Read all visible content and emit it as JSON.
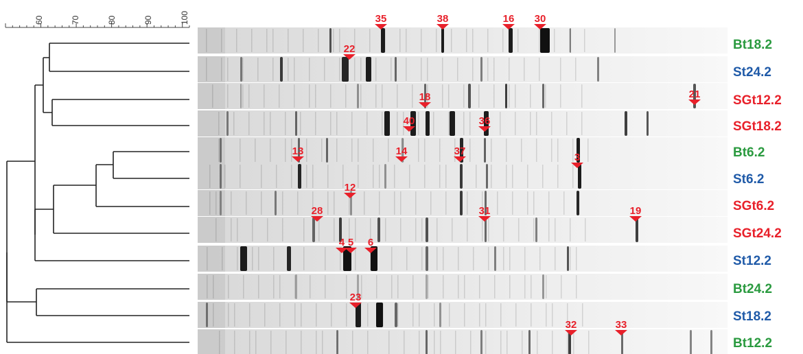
{
  "scale": {
    "ticks": [
      "60",
      "70",
      "80",
      "90",
      "100"
    ]
  },
  "colors": {
    "Bt": "#2a9a3f",
    "St": "#1f5aa8",
    "SGt": "#e8202a",
    "marker": "#e8202a"
  },
  "lanes": [
    {
      "label": "Bt18.2",
      "group": "Bt"
    },
    {
      "label": "St24.2",
      "group": "St"
    },
    {
      "label": "SGt12.2",
      "group": "SGt"
    },
    {
      "label": "SGt18.2",
      "group": "SGt"
    },
    {
      "label": "Bt6.2",
      "group": "Bt"
    },
    {
      "label": "St6.2",
      "group": "St"
    },
    {
      "label": "SGt6.2",
      "group": "SGt"
    },
    {
      "label": "SGt24.2",
      "group": "SGt"
    },
    {
      "label": "St12.2",
      "group": "St"
    },
    {
      "label": "Bt24.2",
      "group": "Bt"
    },
    {
      "label": "St18.2",
      "group": "St"
    },
    {
      "label": "Bt12.2",
      "group": "Bt"
    }
  ],
  "band_markers": [
    "35",
    "38",
    "16",
    "30",
    "22",
    "18",
    "21",
    "40",
    "36",
    "13",
    "14",
    "37",
    "3",
    "12",
    "28",
    "31",
    "19",
    "4",
    "5",
    "6",
    "23",
    "32",
    "33"
  ]
}
